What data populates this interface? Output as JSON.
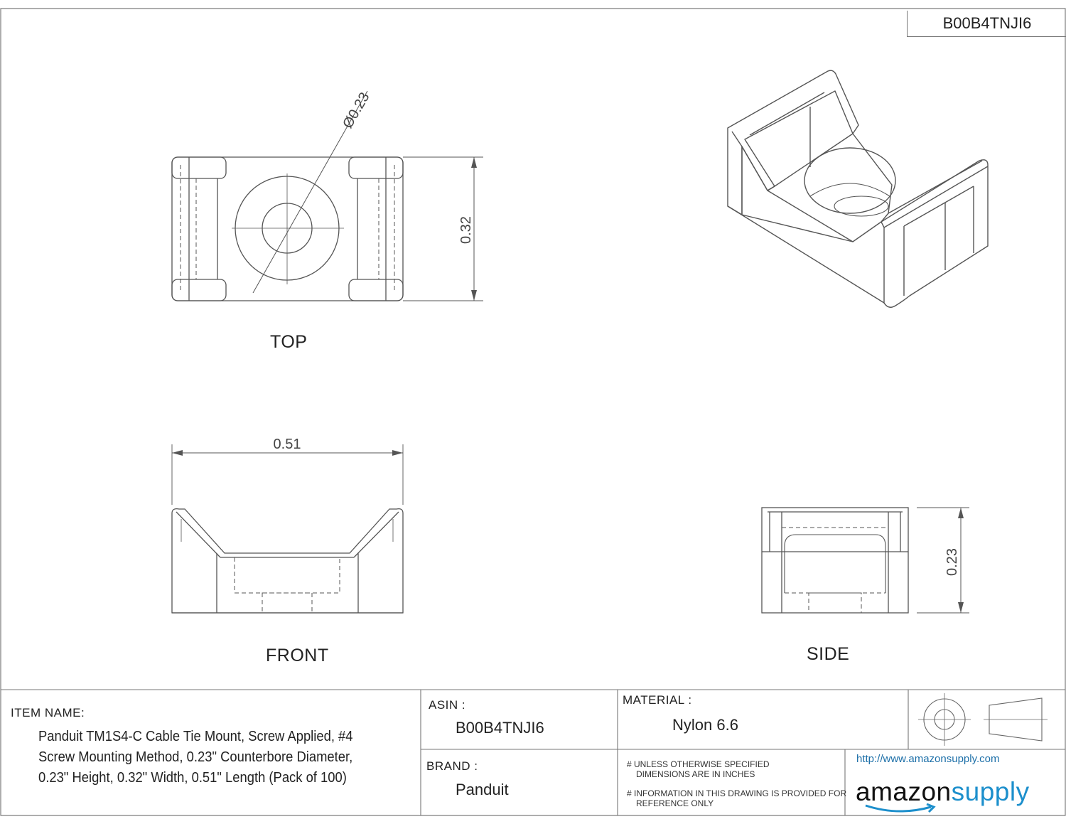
{
  "document": {
    "asin_tag": "B00B4TNJI6",
    "views": {
      "top": "TOP",
      "front": "FRONT",
      "side": "SIDE"
    },
    "dimensions": {
      "diameter": "Ø0.23",
      "top_width": "0.32",
      "front_length": "0.51",
      "side_height": "0.23"
    }
  },
  "title_block": {
    "item_name_label": "ITEM NAME:",
    "item_name_value": "Panduit TM1S4-C Cable Tie Mount, Screw Applied, #4 Screw Mounting Method, 0.23\" Counterbore Diameter, 0.23\" Height, 0.32\" Width, 0.51\" Length (Pack of 100)",
    "asin_label": "ASIN :",
    "asin_value": "B00B4TNJI6",
    "brand_label": "BRAND :",
    "brand_value": "Panduit",
    "material_label": "MATERIAL :",
    "material_value": "Nylon 6.6",
    "note1_line1": "# UNLESS OTHERWISE SPECIFIED",
    "note1_line2": "DIMENSIONS ARE IN INCHES",
    "note2_line1": "# INFORMATION IN THIS DRAWING IS PROVIDED FOR",
    "note2_line2": "REFERENCE ONLY",
    "url": "http://www.amazonsupply.com",
    "logo_part1": "amazon",
    "logo_part2": "supply"
  },
  "colors": {
    "line": "#555555",
    "logo_blue": "#1c8fcc"
  }
}
